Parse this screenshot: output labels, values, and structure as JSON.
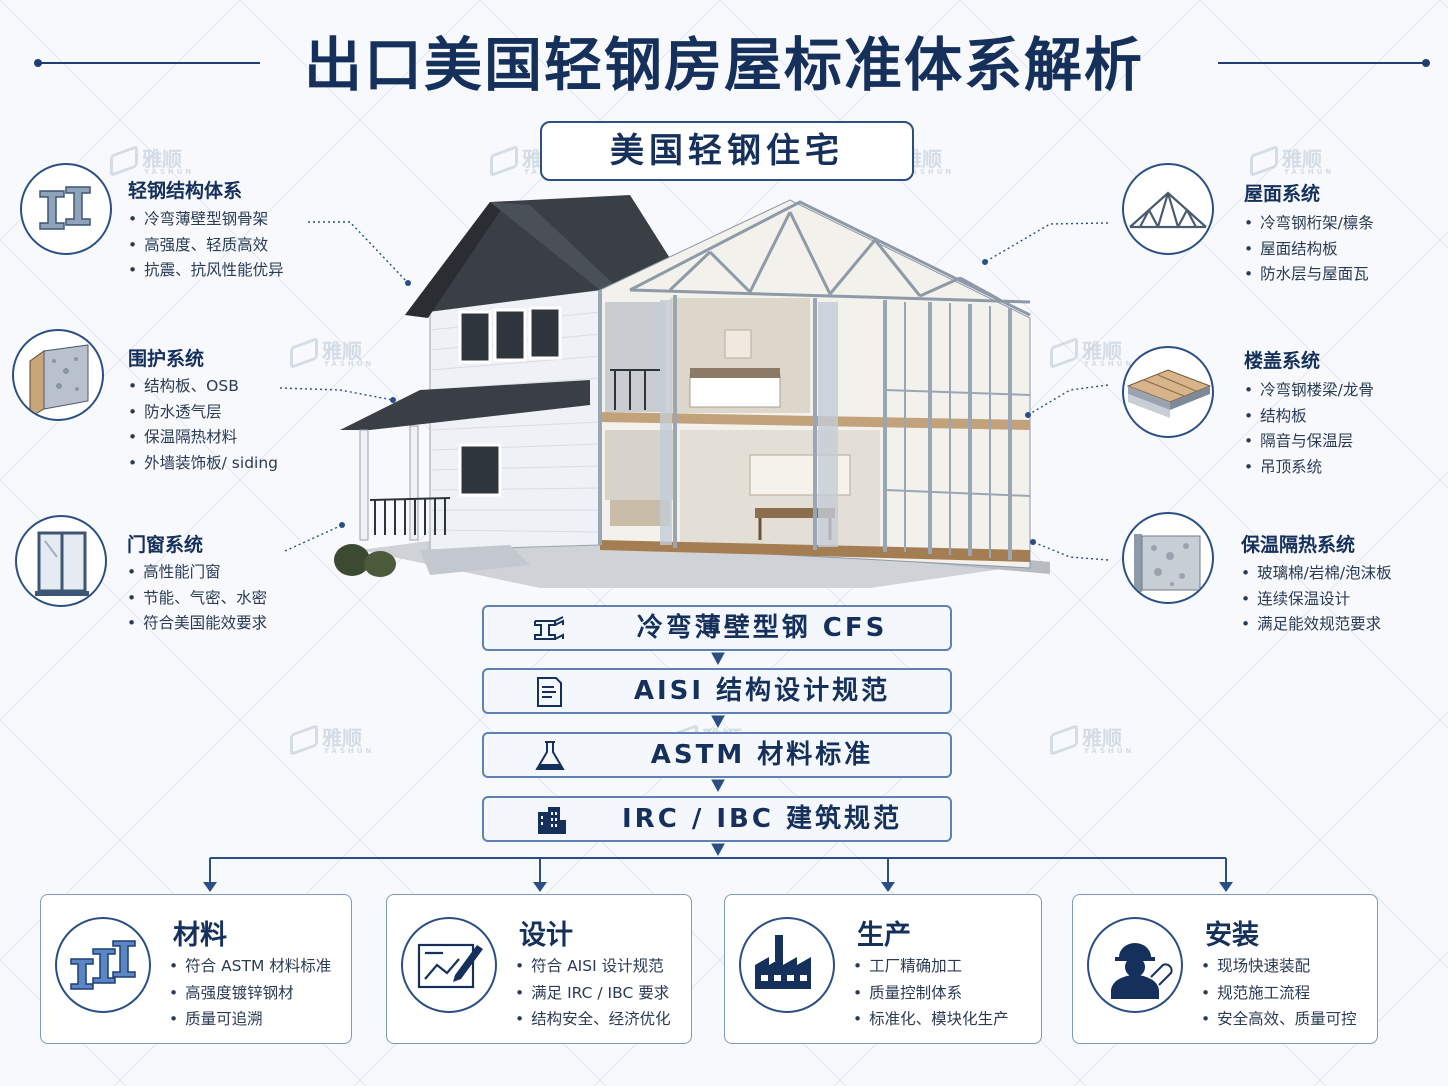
{
  "title": "出口美国轻钢房屋标准体系解析",
  "subtitle": "美国轻钢住宅",
  "watermark": {
    "text": "雅顺",
    "sub": "YASHUN"
  },
  "left_features": [
    {
      "title": "轻钢结构体系",
      "icon": "steel-beam-icon",
      "items": [
        "冷弯薄壁型钢骨架",
        "高强度、轻质高效",
        "抗震、抗风性能优异"
      ]
    },
    {
      "title": "围护系统",
      "icon": "wall-panel-icon",
      "items": [
        "结构板、OSB",
        "防水透气层",
        "保温隔热材料",
        "外墙装饰板/ siding"
      ]
    },
    {
      "title": "门窗系统",
      "icon": "window-icon",
      "items": [
        "高性能门窗",
        "节能、气密、水密",
        "符合美国能效要求"
      ]
    }
  ],
  "right_features": [
    {
      "title": "屋面系统",
      "icon": "roof-truss-icon",
      "items": [
        "冷弯钢桁架/檩条",
        "屋面结构板",
        "防水层与屋面瓦"
      ]
    },
    {
      "title": "楼盖系统",
      "icon": "floor-system-icon",
      "items": [
        "冷弯钢楼梁/龙骨",
        "结构板",
        "隔音与保温层",
        "吊顶系统"
      ]
    },
    {
      "title": "保温隔热系统",
      "icon": "insulation-icon",
      "items": [
        "玻璃棉/岩棉/泡沫板",
        "连续保温设计",
        "满足能效规范要求"
      ]
    }
  ],
  "standards": [
    {
      "label": "冷弯薄壁型钢 CFS",
      "icon": "steel-section-icon"
    },
    {
      "label": "AISI 结构设计规范",
      "icon": "document-icon"
    },
    {
      "label": "ASTM 材料标准",
      "icon": "flask-icon"
    },
    {
      "label": "IRC / IBC 建筑规范",
      "icon": "building-icon"
    }
  ],
  "bottom_cards": [
    {
      "title": "材料",
      "icon": "steel-beams-icon",
      "items": [
        "符合 ASTM 材料标准",
        "高强度镀锌钢材",
        "质量可追溯"
      ]
    },
    {
      "title": "设计",
      "icon": "blueprint-pencil-icon",
      "items": [
        "符合 AISI 设计规范",
        "满足 IRC / IBC 要求",
        "结构安全、经济优化"
      ]
    },
    {
      "title": "生产",
      "icon": "factory-icon",
      "items": [
        "工厂精确加工",
        "质量控制体系",
        "标准化、模块化生产"
      ]
    },
    {
      "title": "安装",
      "icon": "worker-icon",
      "items": [
        "现场快速装配",
        "规范施工流程",
        "安全高效、质量可控"
      ]
    }
  ],
  "colors": {
    "navy": "#16305c",
    "accent": "#2a4f85",
    "box_border": "#5f81b3"
  }
}
